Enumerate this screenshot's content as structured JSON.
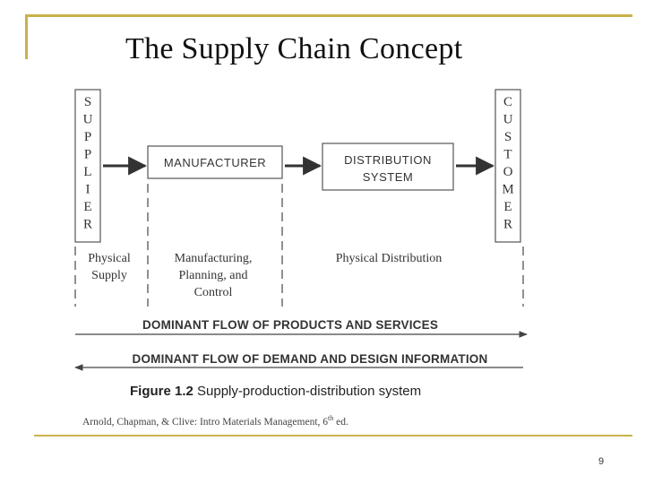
{
  "slide": {
    "title": "The Supply Chain Concept",
    "page_number": "9"
  },
  "diagram": {
    "supplier_letters": [
      "S",
      "U",
      "P",
      "P",
      "L",
      "I",
      "E",
      "R"
    ],
    "customer_letters": [
      "C",
      "U",
      "S",
      "T",
      "O",
      "M",
      "E",
      "R"
    ],
    "manufacturer_label": "MANUFACTURER",
    "distribution_label_line1": "DISTRIBUTION",
    "distribution_label_line2": "SYSTEM",
    "physical_supply_line1": "Physical",
    "physical_supply_line2": "Supply",
    "mpc_line1": "Manufacturing,",
    "mpc_line2": "Planning, and",
    "mpc_line3": "Control",
    "physical_distribution": "Physical Distribution",
    "flow_products": "DOMINANT FLOW OF PRODUCTS AND SERVICES",
    "flow_demand": "DOMINANT FLOW OF  DEMAND AND DESIGN INFORMATION"
  },
  "caption": {
    "figure_label": "Figure 1.2",
    "figure_text": " Supply-production-distribution system"
  },
  "source": {
    "text_before": "Arnold, Chapman, & Clive: Intro Materials Management, 6",
    "superscript": "th",
    "text_after": " ed."
  },
  "colors": {
    "accent": "#c9b24a",
    "diagram_ink": "#333333"
  }
}
